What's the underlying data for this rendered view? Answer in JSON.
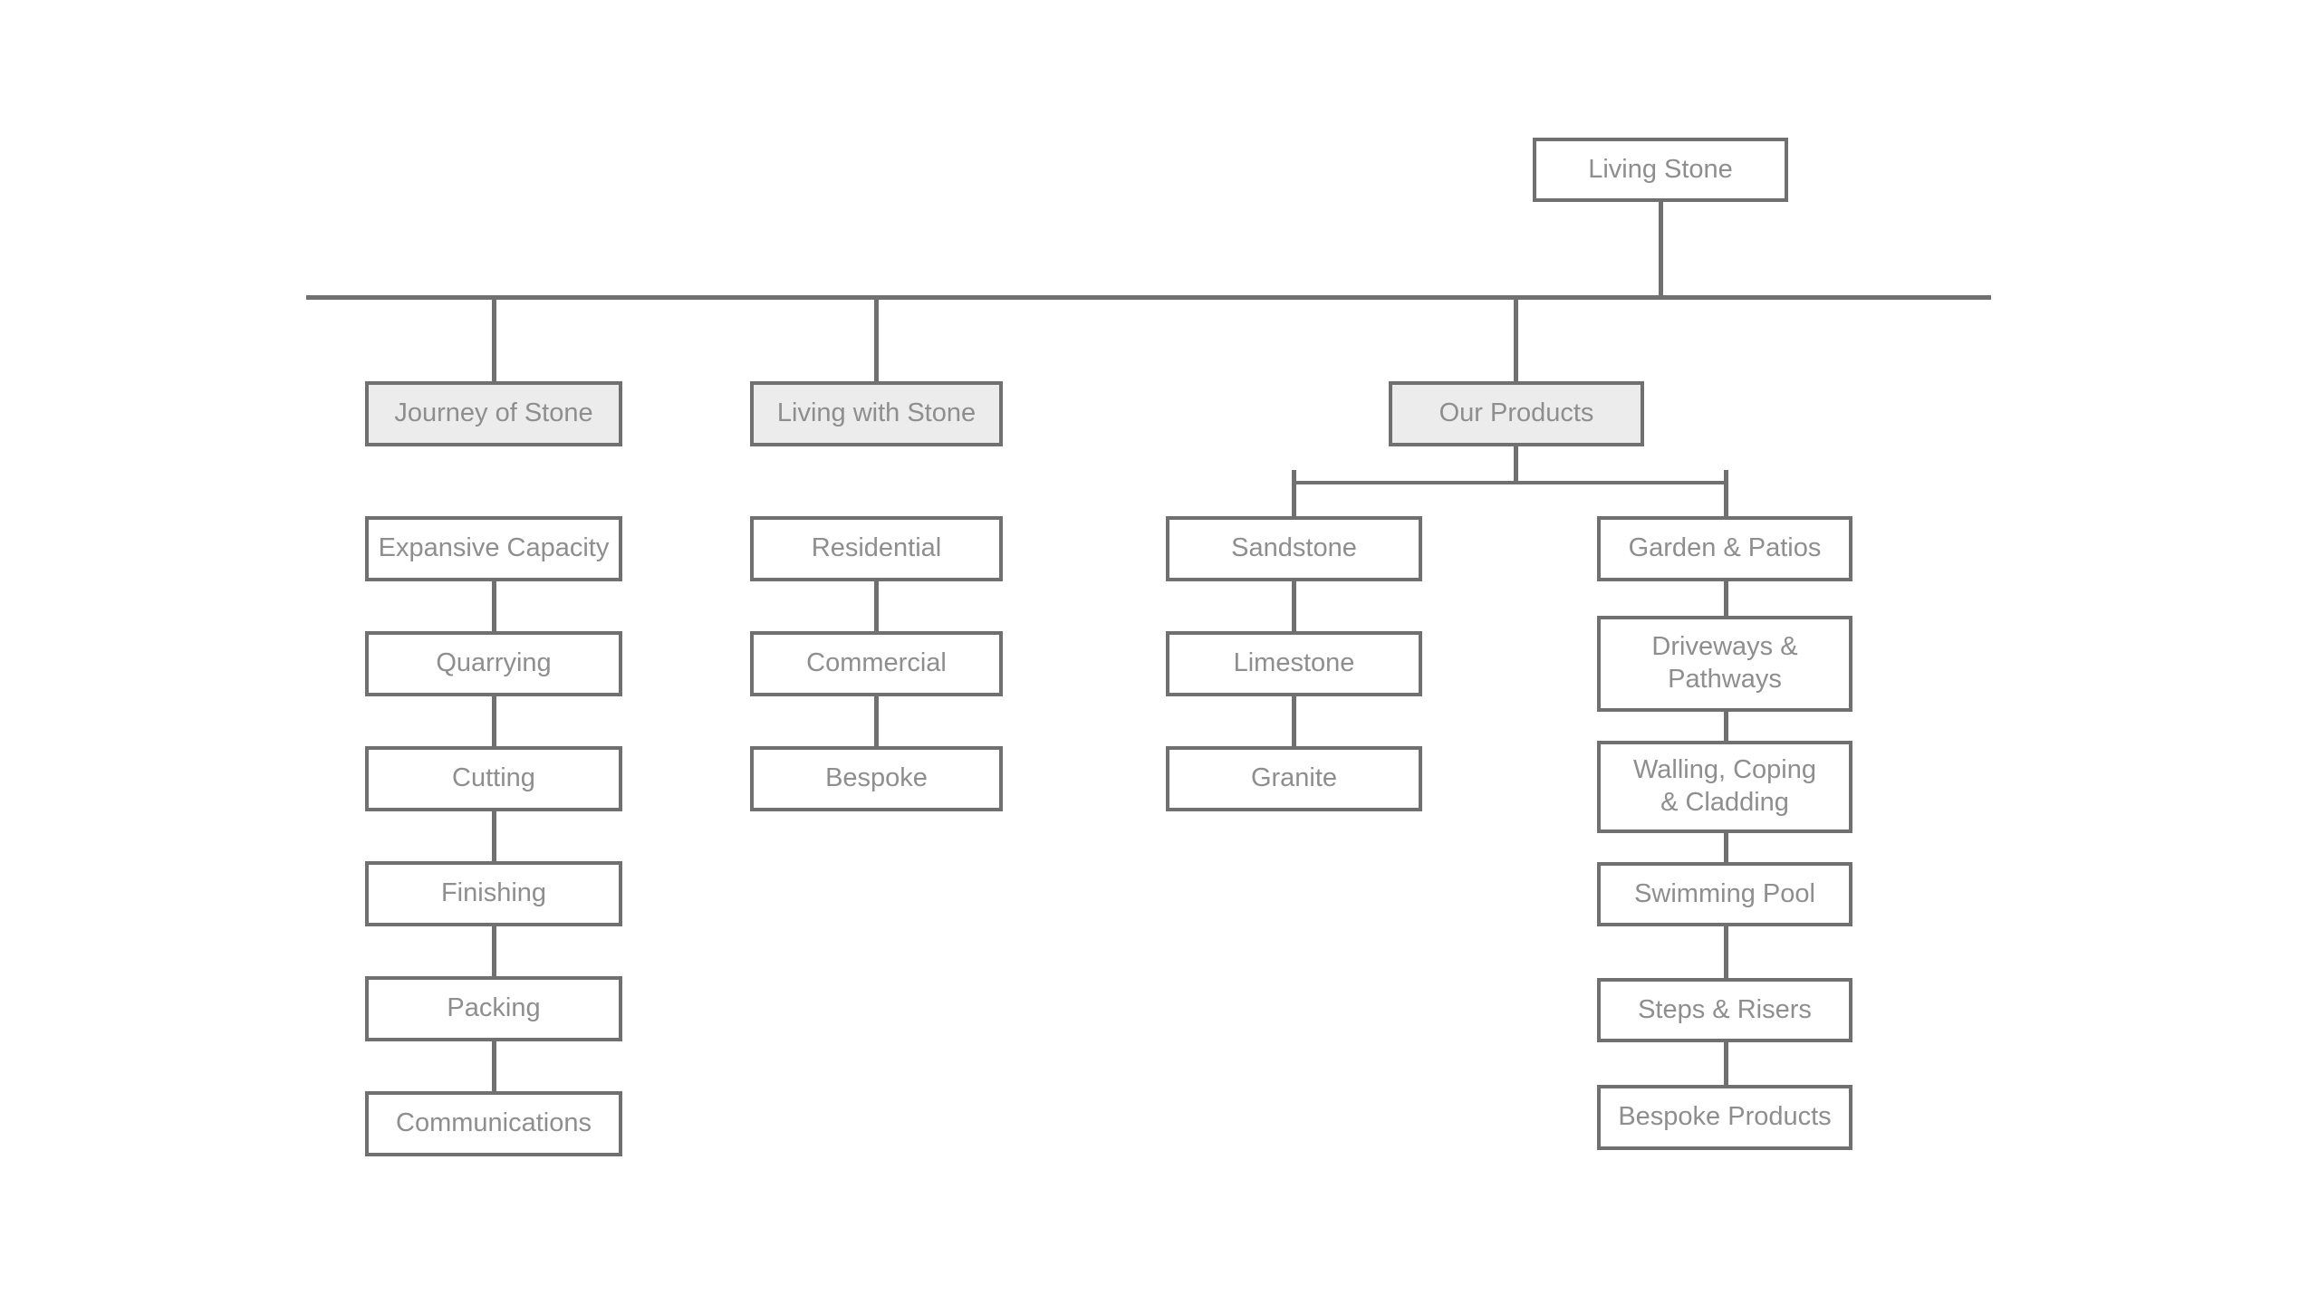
{
  "diagram": {
    "colors": {
      "line": "#707070",
      "box_border": "#707070",
      "box_fill": "#ffffff",
      "head_fill": "#ececec",
      "text": "#8e8e8e",
      "background": "#ffffff"
    },
    "root": {
      "label": "Living Stone"
    },
    "branches": [
      {
        "label": "Journey of Stone",
        "children": [
          "Expansive Capacity",
          "Quarrying",
          "Cutting",
          "Finishing",
          "Packing",
          "Communications"
        ]
      },
      {
        "label": "Living with Stone",
        "children": [
          "Residential",
          "Commercial",
          "Bespoke"
        ]
      },
      {
        "label": "Our Products",
        "columns": [
          [
            "Sandstone",
            "Limestone",
            "Granite"
          ],
          [
            "Garden & Patios",
            "Driveways &\nPathways",
            "Walling, Coping\n& Cladding",
            "Swimming Pool",
            "Steps & Risers",
            "Bespoke Products"
          ]
        ]
      }
    ]
  }
}
